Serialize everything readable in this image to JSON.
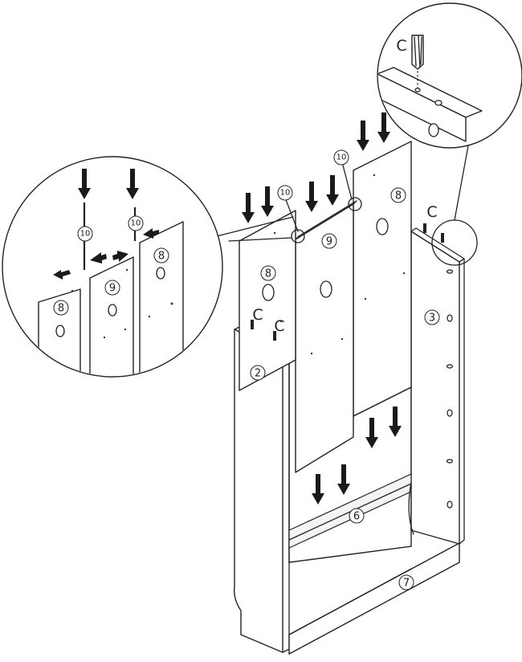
{
  "parts": {
    "p2": "2",
    "p3": "3",
    "p6": "6",
    "p7": "7",
    "p8": "8",
    "p9": "9",
    "p10": "10"
  },
  "hardware": {
    "c": "C"
  },
  "colors": {
    "line": "#222222",
    "arrow": "#1a1a1a",
    "background": "#ffffff"
  }
}
